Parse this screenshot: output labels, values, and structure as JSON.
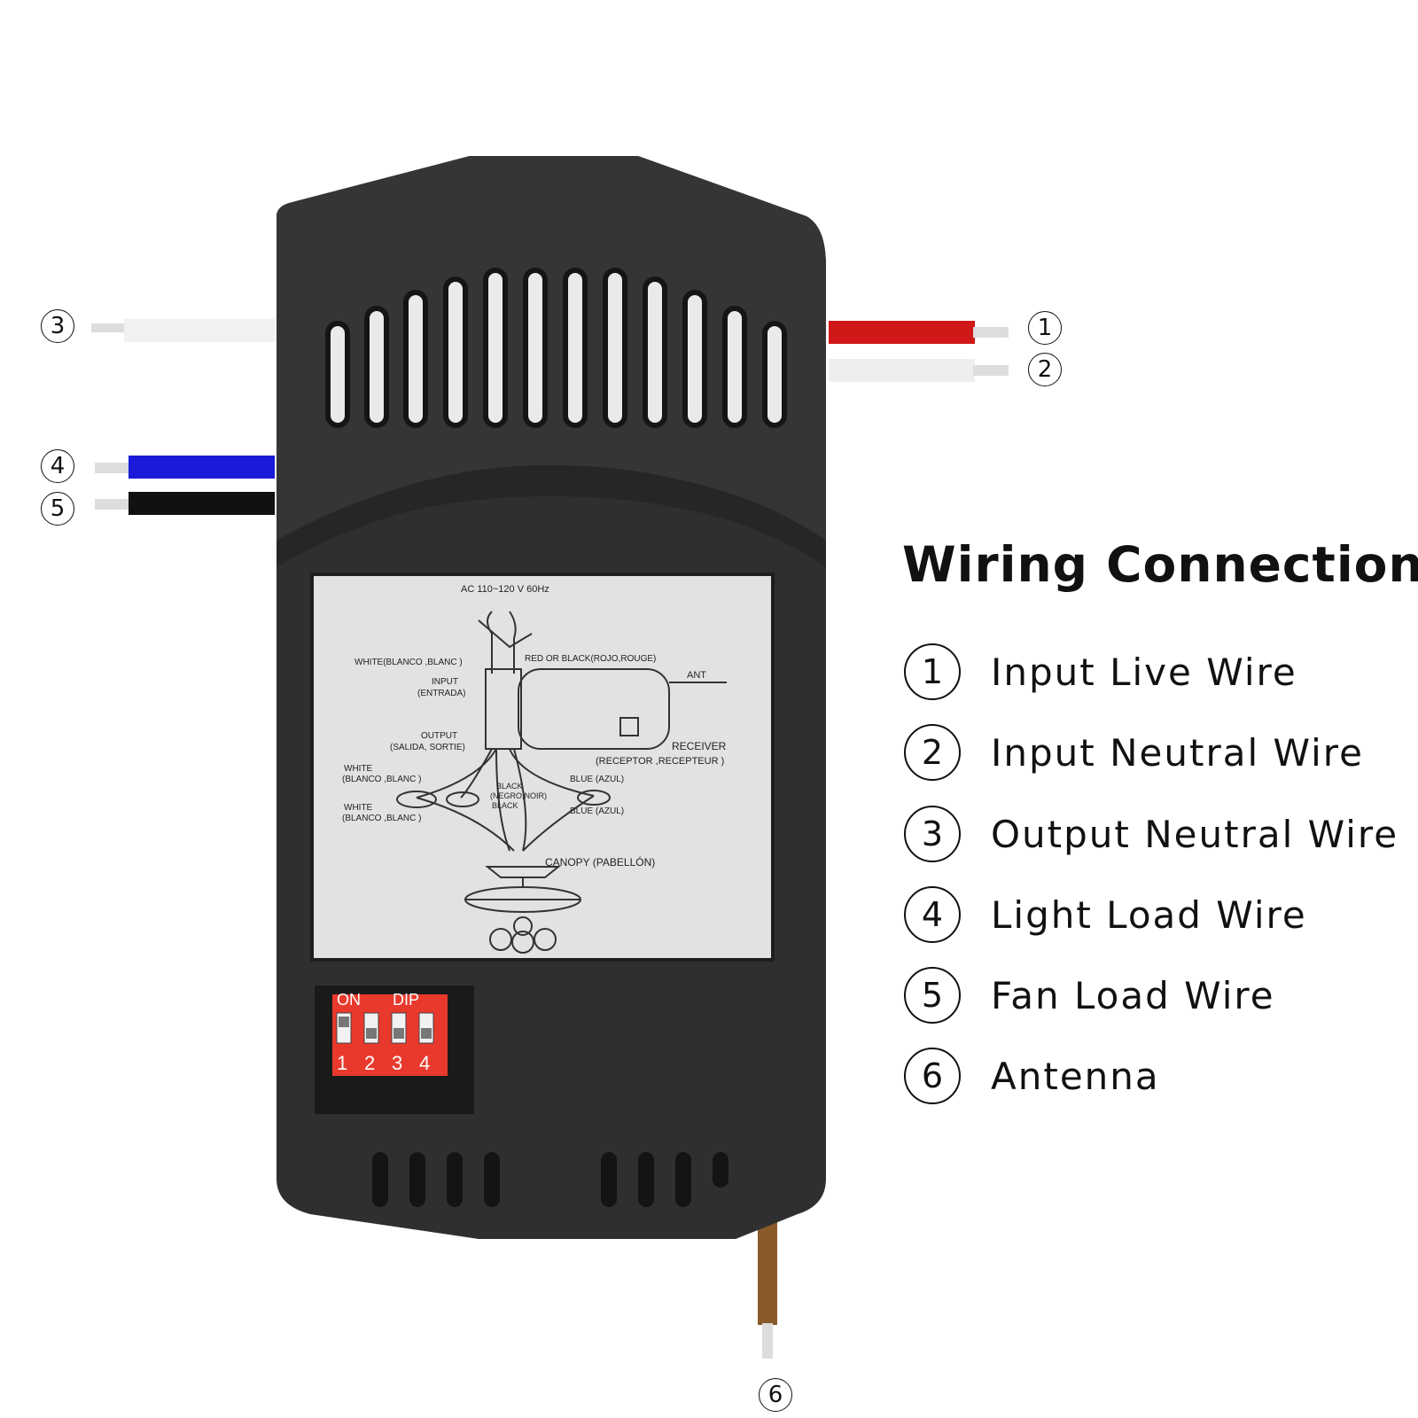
{
  "legend": {
    "title": "Wiring Connection",
    "items": [
      {
        "num": "1",
        "text": "Input Live Wire"
      },
      {
        "num": "2",
        "text": "Input Neutral Wire"
      },
      {
        "num": "3",
        "text": "Output Neutral Wire"
      },
      {
        "num": "4",
        "text": "Light Load Wire"
      },
      {
        "num": "5",
        "text": "Fan Load Wire"
      },
      {
        "num": "6",
        "text": "Antenna"
      }
    ]
  },
  "callouts": {
    "c1": "1",
    "c2": "2",
    "c3": "3",
    "c4": "4",
    "c5": "5",
    "c6": "6"
  },
  "wire_colors": {
    "input_live": "#d01818",
    "input_neutral": "#eeeeee",
    "output_neutral": "#eeeeee",
    "light_load": "#1a1ad8",
    "fan_load": "#111111",
    "antenna": "#8a5a2b"
  },
  "label": {
    "ac": "AC 110~120 V 60Hz",
    "white_top": "WHITE(BLANCO ,BLANC )",
    "red_black": "RED OR BLACK(ROJO,ROUGE)",
    "ant": "ANT",
    "input": "INPUT",
    "input_es": "(ENTRADA)",
    "output": "OUTPUT",
    "output_es": "(SALIDA, SORTIE)",
    "receiver": "RECEIVER",
    "receiver_es": "(RECEPTOR ,RECEPTEUR )",
    "white_mid": "WHITE",
    "white_mid_es": "(BLANCO ,BLANC )",
    "black": "BLACK",
    "black_es": "(NEGRO,NOIR)",
    "black2": "BLACK",
    "blue1": "BLUE (AZUL)",
    "white_low": "WHITE",
    "white_low_es": "(BLANCO ,BLANC )",
    "blue2": "BLUE (AZUL)",
    "canopy": "CANOPY (PABELLÓN)"
  },
  "dip": {
    "on": "ON",
    "dip": "DIP",
    "switches": [
      "1",
      "2",
      "3",
      "4"
    ]
  }
}
